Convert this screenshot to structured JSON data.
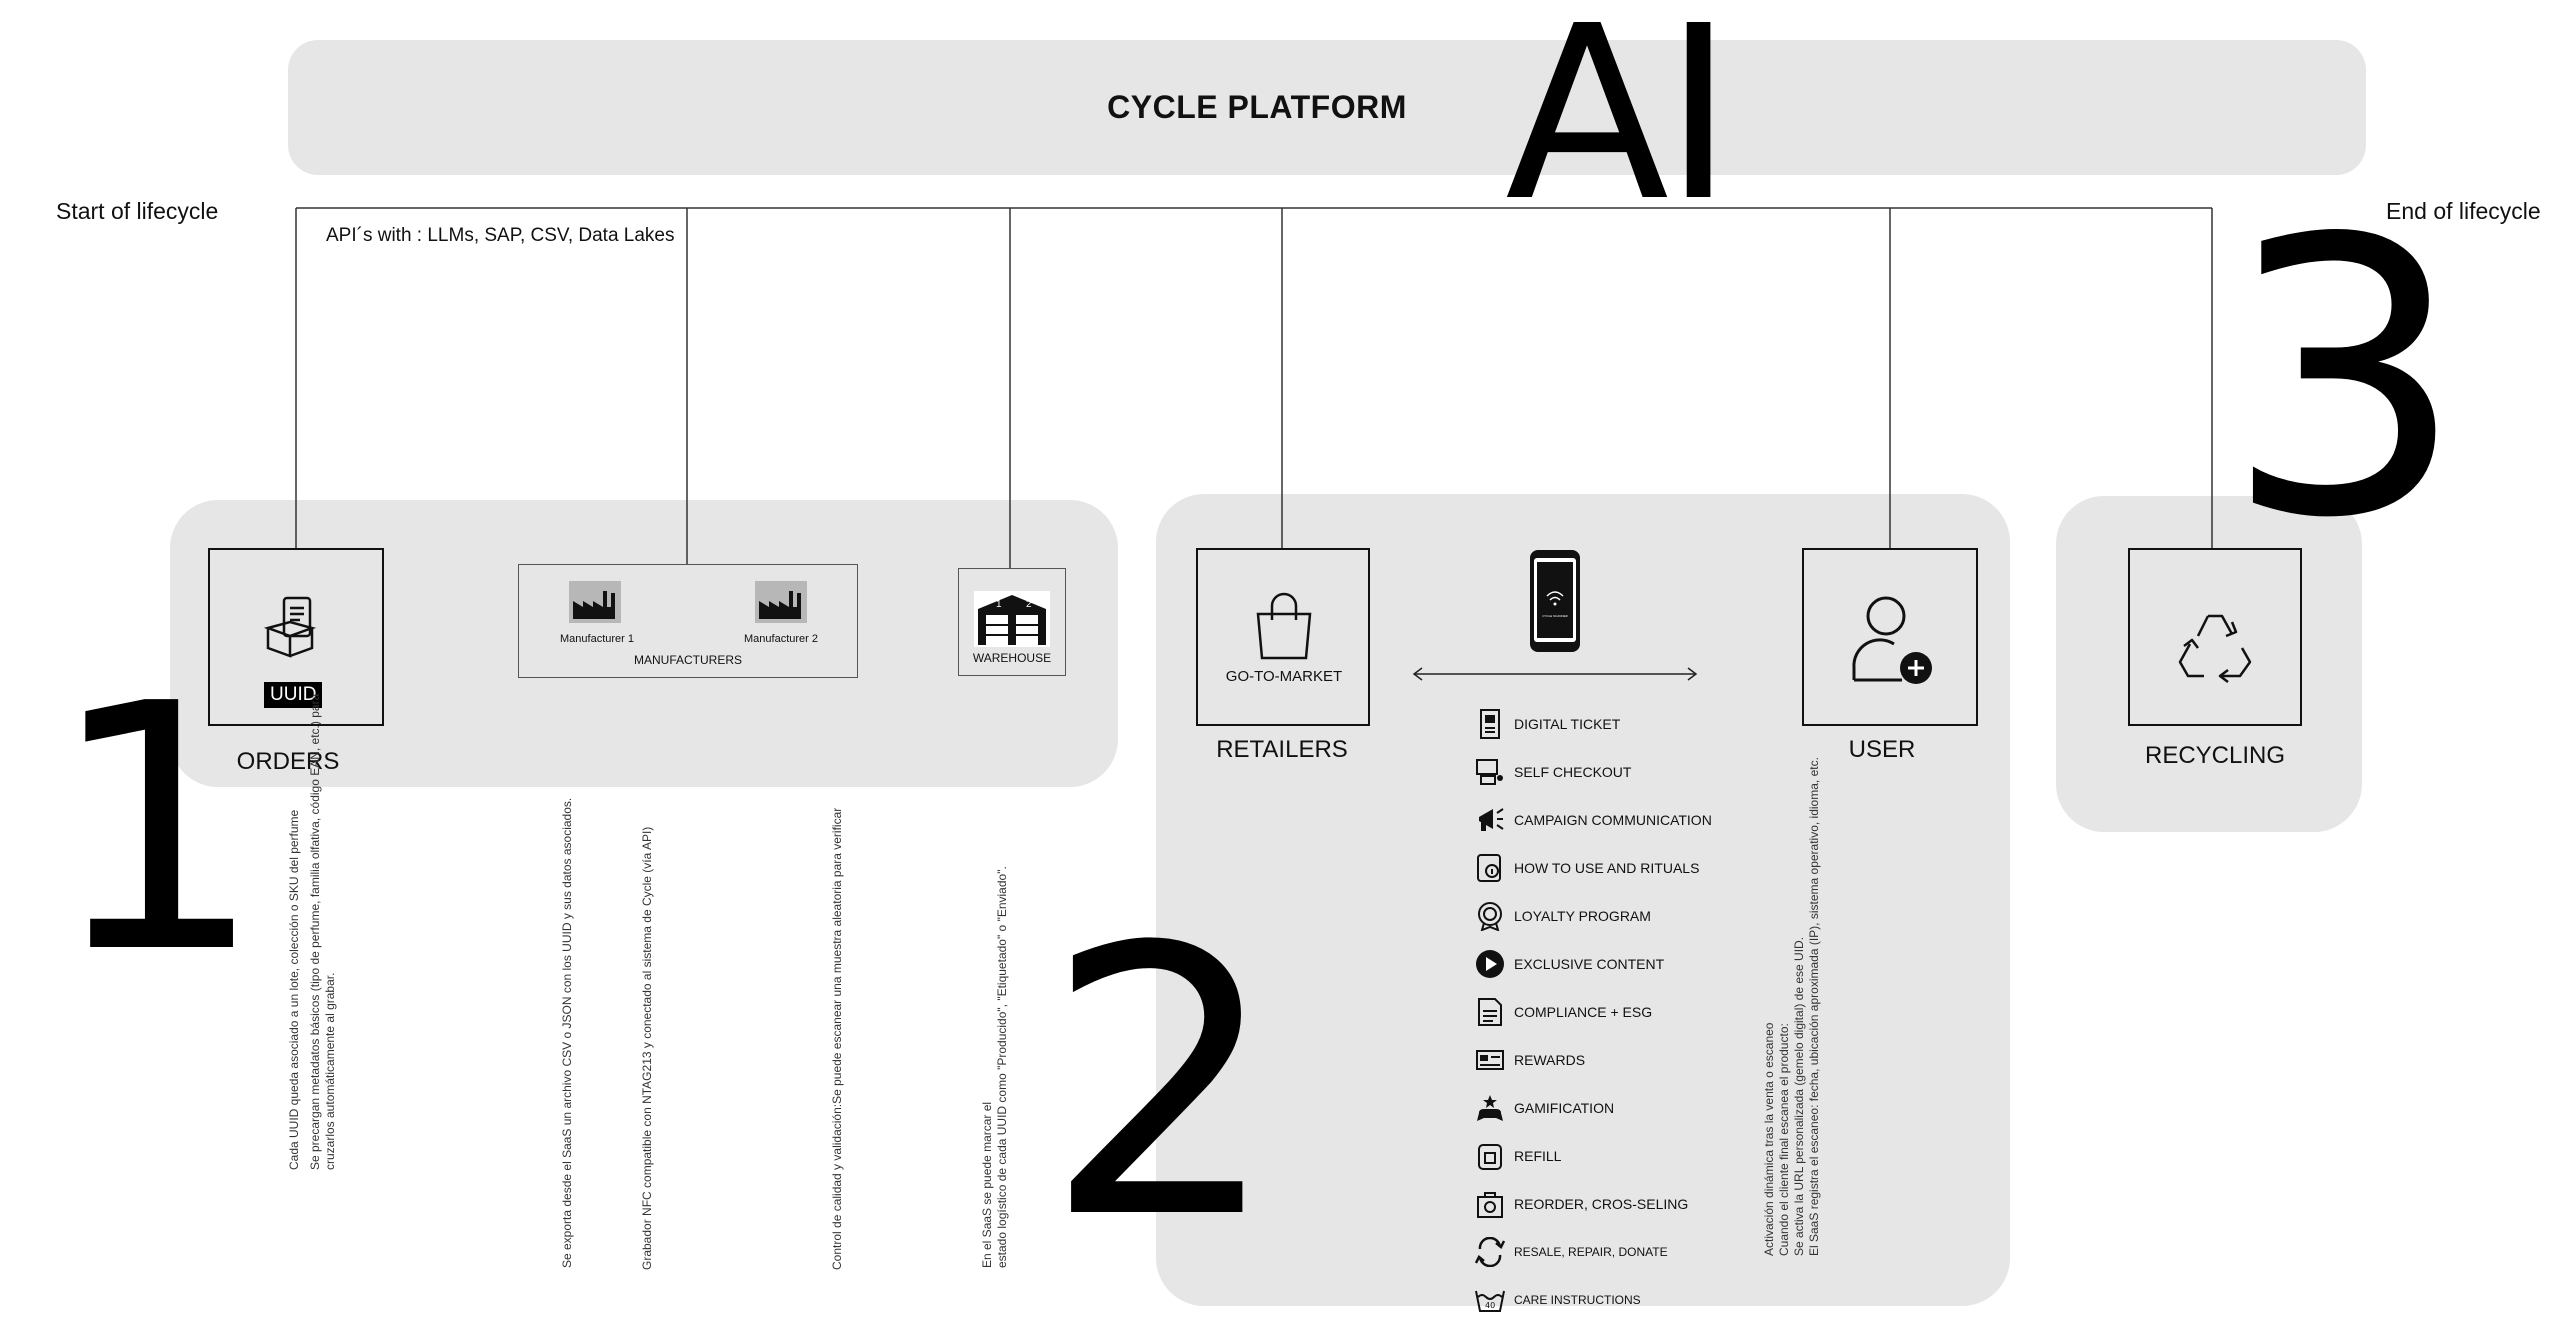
{
  "header": {
    "title": "CYCLE PLATFORM",
    "ai_label": "AI"
  },
  "lifecycle": {
    "start": "Start of lifecycle",
    "end": "End of lifecycle"
  },
  "api_note": "API´s with : LLMs, SAP, CSV, Data Lakes",
  "stage_numbers": {
    "one": "1",
    "two": "2",
    "three": "3"
  },
  "orders": {
    "badge": "UUID",
    "label": "ORDERS"
  },
  "manufacturers": {
    "m1": "Manufacturer 1",
    "m2": "Manufacturer 2",
    "label": "MANUFACTURERS"
  },
  "warehouse": {
    "label": "WAREHOUSE",
    "door1": "1",
    "door2": "2"
  },
  "retailers": {
    "box_label": "GO-TO-MARKET",
    "label": "RETAILERS"
  },
  "phone": {
    "screen_text": "CYCLE SCANNER"
  },
  "user": {
    "label": "USER"
  },
  "recycling": {
    "label": "RECYCLING"
  },
  "features": [
    {
      "icon": "ticket-icon",
      "label": "DIGITAL TICKET"
    },
    {
      "icon": "checkout-icon",
      "label": "SELF CHECKOUT"
    },
    {
      "icon": "megaphone-icon",
      "label": "CAMPAIGN COMMUNICATION"
    },
    {
      "icon": "info-icon",
      "label": "HOW TO USE AND RITUALS"
    },
    {
      "icon": "award-icon",
      "label": "LOYALTY PROGRAM"
    },
    {
      "icon": "play-icon",
      "label": "EXCLUSIVE CONTENT"
    },
    {
      "icon": "document-icon",
      "label": "COMPLIANCE + ESG"
    },
    {
      "icon": "rewards-icon",
      "label": "REWARDS"
    },
    {
      "icon": "gamepad-icon",
      "label": "GAMIFICATION"
    },
    {
      "icon": "refill-icon",
      "label": "REFILL"
    },
    {
      "icon": "bag-refresh-icon",
      "label": "REORDER, CROS-SELING"
    },
    {
      "icon": "recycle-arrows-icon",
      "label": "RESALE, REPAIR, DONATE"
    },
    {
      "icon": "wash-icon",
      "label": "CARE INSTRUCTIONS"
    }
  ],
  "notes": {
    "orders_1": "Cada UUID queda asociado a un lote, colección o SKU del perfume",
    "orders_2": "Se precargan metadatos básicos (tipo de perfume, familia olfativa, código EAN, etc.) para",
    "orders_3": "cruzarlos automáticamente al grabar.",
    "export": "Se exporta desde el SaaS un archivo CSV o JSON con los UUID y sus datos asociados.",
    "nfc": "Grabador NFC compatible con NTAG213 y conectado al sistema de Cycle (vía API)",
    "quality": "Control de calidad y validación:Se puede escanear una muestra aleatoria para verificar",
    "saas_1": "En el SaaS se puede marcar el",
    "saas_2": "estado logístico de cada UUID como \"Producido\", \"Etiquetado\" o \"Enviado\".",
    "user_1": "Activación dinámica tras la venta o escaneo",
    "user_2": "Cuando el cliente final escanea el producto:",
    "user_3": "Se activa la URL personalizada (gemelo digital) de ese UID.",
    "user_4": "El SaaS registra el escaneo: fecha, ubicación aproximada (IP), sistema operativo, idioma, etc."
  }
}
